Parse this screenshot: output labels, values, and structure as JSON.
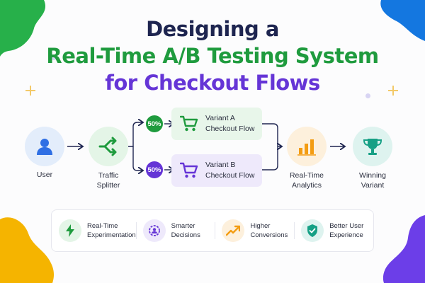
{
  "title": {
    "line1": "Designing a",
    "line2": "Real-Time A/B Testing System",
    "line3": "for Checkout Flows"
  },
  "nodes": {
    "user": "User",
    "splitter": "Traffic\nSplitter",
    "analytics": "Real-Time\nAnalytics",
    "winner": "Winning\nVariant"
  },
  "variants": {
    "a": {
      "label": "Variant A\nCheckout Flow",
      "split": "50%"
    },
    "b": {
      "label": "Variant B\nCheckout Flow",
      "split": "50%"
    }
  },
  "benefits": [
    {
      "label": "Real-Time\nExperimentation",
      "icon": "lightning-icon"
    },
    {
      "label": "Smarter\nDecisions",
      "icon": "target-icon"
    },
    {
      "label": "Higher\nConversions",
      "icon": "trend-up-icon"
    },
    {
      "label": "Better User\nExperience",
      "icon": "shield-check-icon"
    }
  ],
  "colors": {
    "navy": "#1e2550",
    "green": "#1f9b3e",
    "purple": "#6535d6",
    "orange": "#f39c12",
    "teal": "#16a085"
  }
}
